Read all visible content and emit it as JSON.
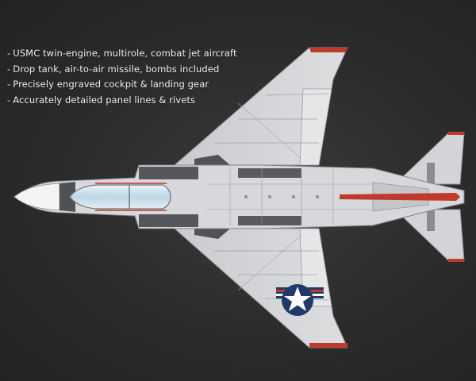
{
  "features": {
    "bullet": "-",
    "items": [
      "USMC twin-engine, multirole, combat jet aircraft",
      "Drop tank, air-to-air missile, bombs included",
      "Precisely engraved cockpit & landing gear",
      "Accurately detailed panel lines & rivets"
    ]
  },
  "colors": {
    "background": "#2b2b2b",
    "airframe": "#d4d6d9",
    "panel_dark": "#55575a",
    "canopy": "#cfe3ee",
    "accent_red": "#c0392b",
    "roundel_blue": "#1f3a68"
  }
}
